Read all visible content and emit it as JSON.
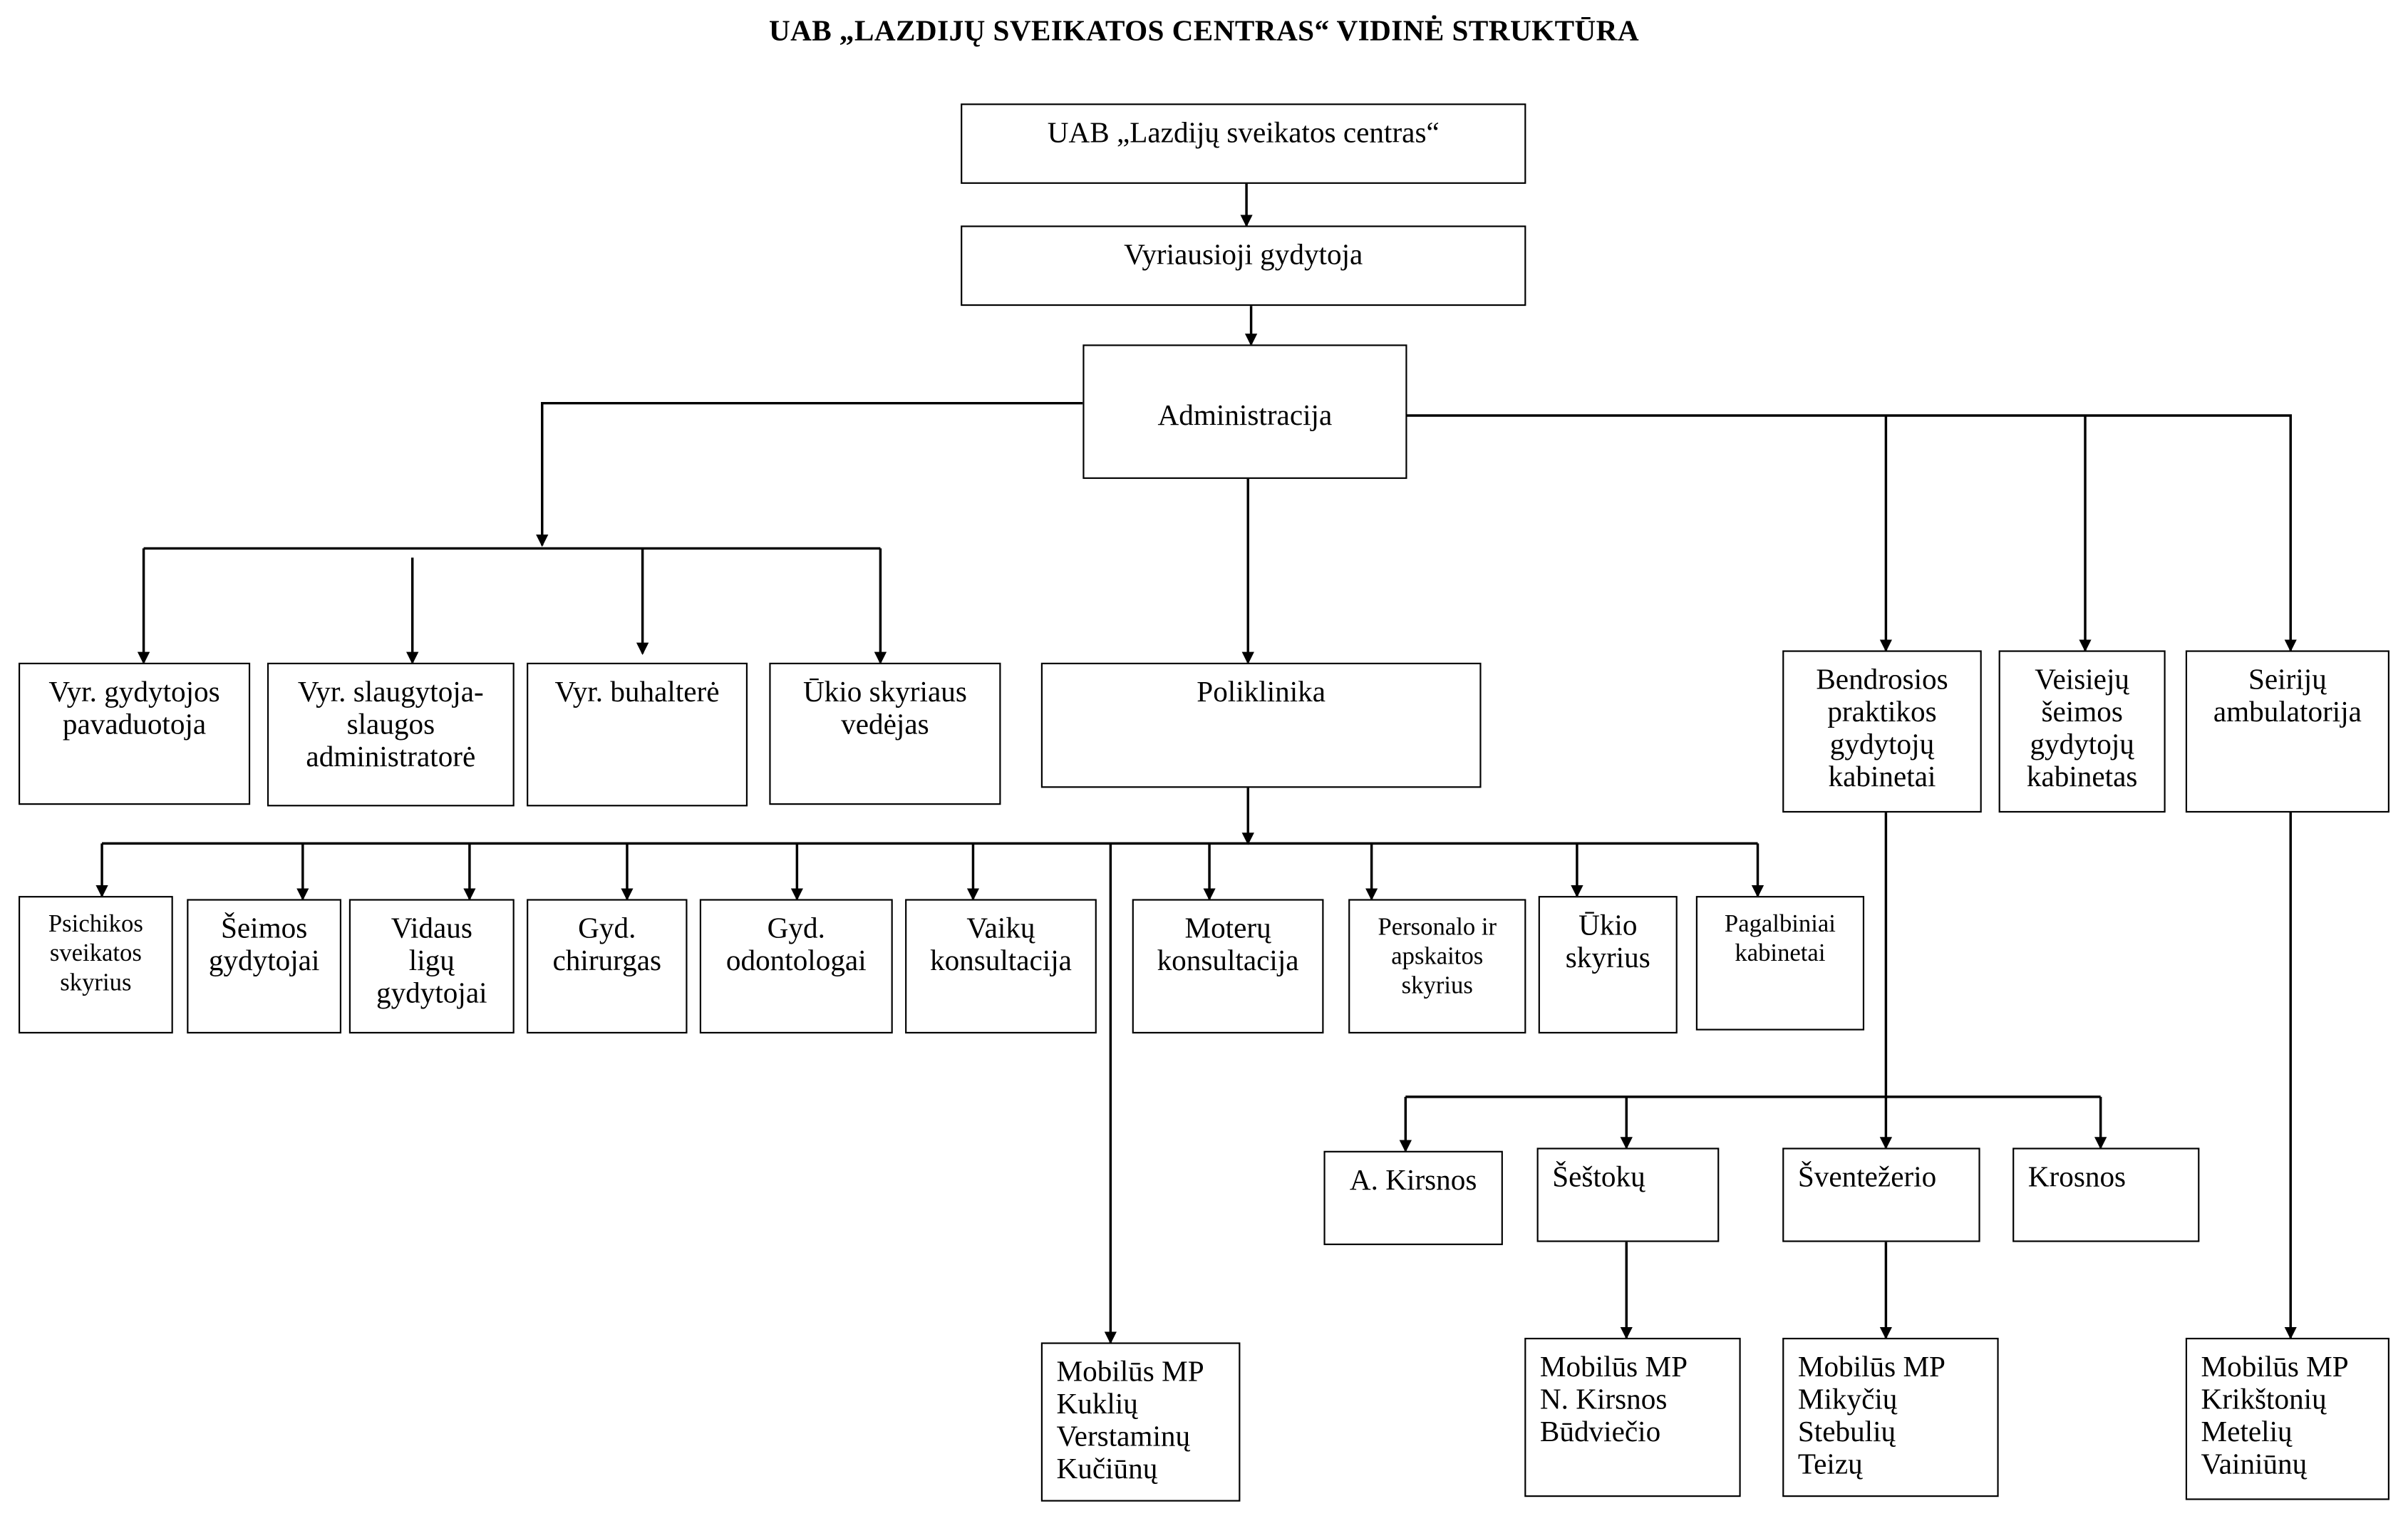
{
  "title": "UAB „LAZDIJŲ SVEIKATOS CENTRAS“ VIDINĖ STRUKTŪRA",
  "nodes": {
    "root": [
      "UAB „Lazdijų sveikatos centras“"
    ],
    "chief_doctor": [
      "Vyriausioji gydytoja"
    ],
    "administration": [
      "Administracija"
    ],
    "deputy": [
      "Vyr. gydytojos",
      "pavaduotoja"
    ],
    "head_nurse": [
      "Vyr. slaugytoja-",
      "slaugos",
      "administratorė"
    ],
    "chief_accountant": [
      "Vyr. buhalterė"
    ],
    "maintenance_head": [
      "Ūkio skyriaus",
      "vedėjas"
    ],
    "polyclinic": [
      "Poliklinika"
    ],
    "gp_offices": [
      "Bendrosios",
      "praktikos",
      "gydytojų",
      "kabinetai"
    ],
    "veisiejai": [
      "Veisiejų",
      "šeimos",
      "gydytojų",
      "kabinetas"
    ],
    "seirijai": [
      "Seirijų",
      "ambulatorija"
    ],
    "mental_health": [
      "Psichikos",
      "sveikatos",
      "skyrius"
    ],
    "family_doctors": [
      "Šeimos",
      "gydytojai"
    ],
    "internal_medicine": [
      "Vidaus",
      "ligų",
      "gydytojai"
    ],
    "surgeon": [
      "Gyd.",
      "chirurgas"
    ],
    "dentists": [
      "Gyd.",
      "odontologai"
    ],
    "children": [
      "Vaikų",
      "konsultacija"
    ],
    "women": [
      "Moterų",
      "konsultacija"
    ],
    "personnel": [
      "Personalo ir",
      "apskaitos",
      "skyrius"
    ],
    "maintenance": [
      "Ūkio",
      "skyrius"
    ],
    "auxiliary": [
      "Pagalbiniai",
      "kabinetai"
    ],
    "a_kirsna": [
      "A. Kirsnos"
    ],
    "sestokai": [
      "Šeštokų"
    ],
    "sventezeris": [
      "Šventežerio"
    ],
    "krosna": [
      "Krosnos"
    ],
    "mobile_1": [
      "Mobilūs MP",
      "Kuklių",
      "Verstaminų",
      "Kučiūnų"
    ],
    "mobile_2": [
      "Mobilūs MP",
      "N. Kirsnos",
      "Būdviečio"
    ],
    "mobile_3": [
      "Mobilūs MP",
      "Mikyčių",
      "Stebulių",
      "Teizų"
    ],
    "mobile_4": [
      "Mobilūs MP",
      "Krikštonių",
      "Metelių",
      "Vainiūnų"
    ]
  }
}
